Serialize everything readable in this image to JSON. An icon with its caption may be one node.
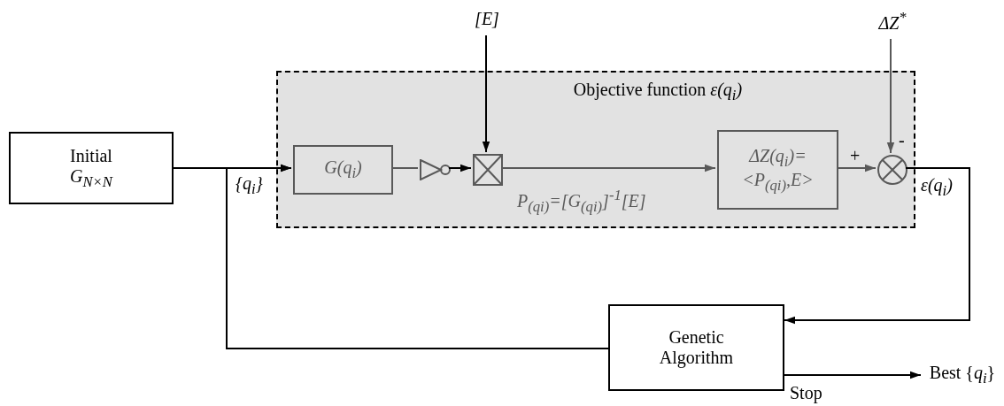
{
  "diagram": {
    "nodes": [
      {
        "text": [
          "Initial",
          "*G*$_{N×N}$"
        ]
      },
      {
        "text": [
          "Objective function *ε(q*$_{i}$*)*"
        ]
      },
      {
        "text": [
          "G(q$_{i}$)"
        ],
        "in": 1
      },
      {
        "text": [],
        "shape": "triangle",
        "in": 1
      },
      {
        "text": [],
        "shape": "box",
        "in": 1
      },
      {
        "text": [
          "ΔZ(q$_{i}$)= <P$_{(qi)}$,E>"
        ],
        "in": 1
      },
      {
        "text": [],
        "shape": "circle",
        "in": 1
      },
      {
        "text": [
          "[E]"
        ]
      },
      {
        "text": [
          "ΔZ$^{*}$"
        ]
      },
      {
        "text": [
          "Genetic Algorithm"
        ]
      },
      {
        "text": [
          "Best {*q*$_{i}$}"
        ]
      }
    ],
    "edges": [
      {
        "from": 0,
        "to": 2,
        "arrow": "to"
      },
      {
        "from": 9,
        "to": 2,
        "arrow": "to",
        "label": "{q$_{i}$}"
      },
      {
        "from": 2,
        "to": 3,
        "arrow": "none",
        "color": "#595959"
      },
      {
        "from": 3,
        "to": 4,
        "arrow": "to"
      },
      {
        "from": 7,
        "to": 4,
        "arrow": "to"
      },
      {
        "from": 4,
        "to": 5,
        "arrow": "to",
        "label": "P$_{(qi)}$=[G$_{(qi)}$]$^{-1}$[E]",
        "color": "#595959"
      },
      {
        "from": 5,
        "to": 6,
        "arrow": "to",
        "color": "#595959"
      },
      {
        "from": 8,
        "to": 6,
        "arrow": "to",
        "color": "#595959"
      },
      {
        "from": 6,
        "to": 9,
        "arrow": "to",
        "label": "ε(q$_{i}$)"
      },
      {
        "from": 9,
        "to": 10,
        "arrow": "to",
        "label": "Stop"
      }
    ],
    "labels": [
      "+",
      "-"
    ]
  }
}
